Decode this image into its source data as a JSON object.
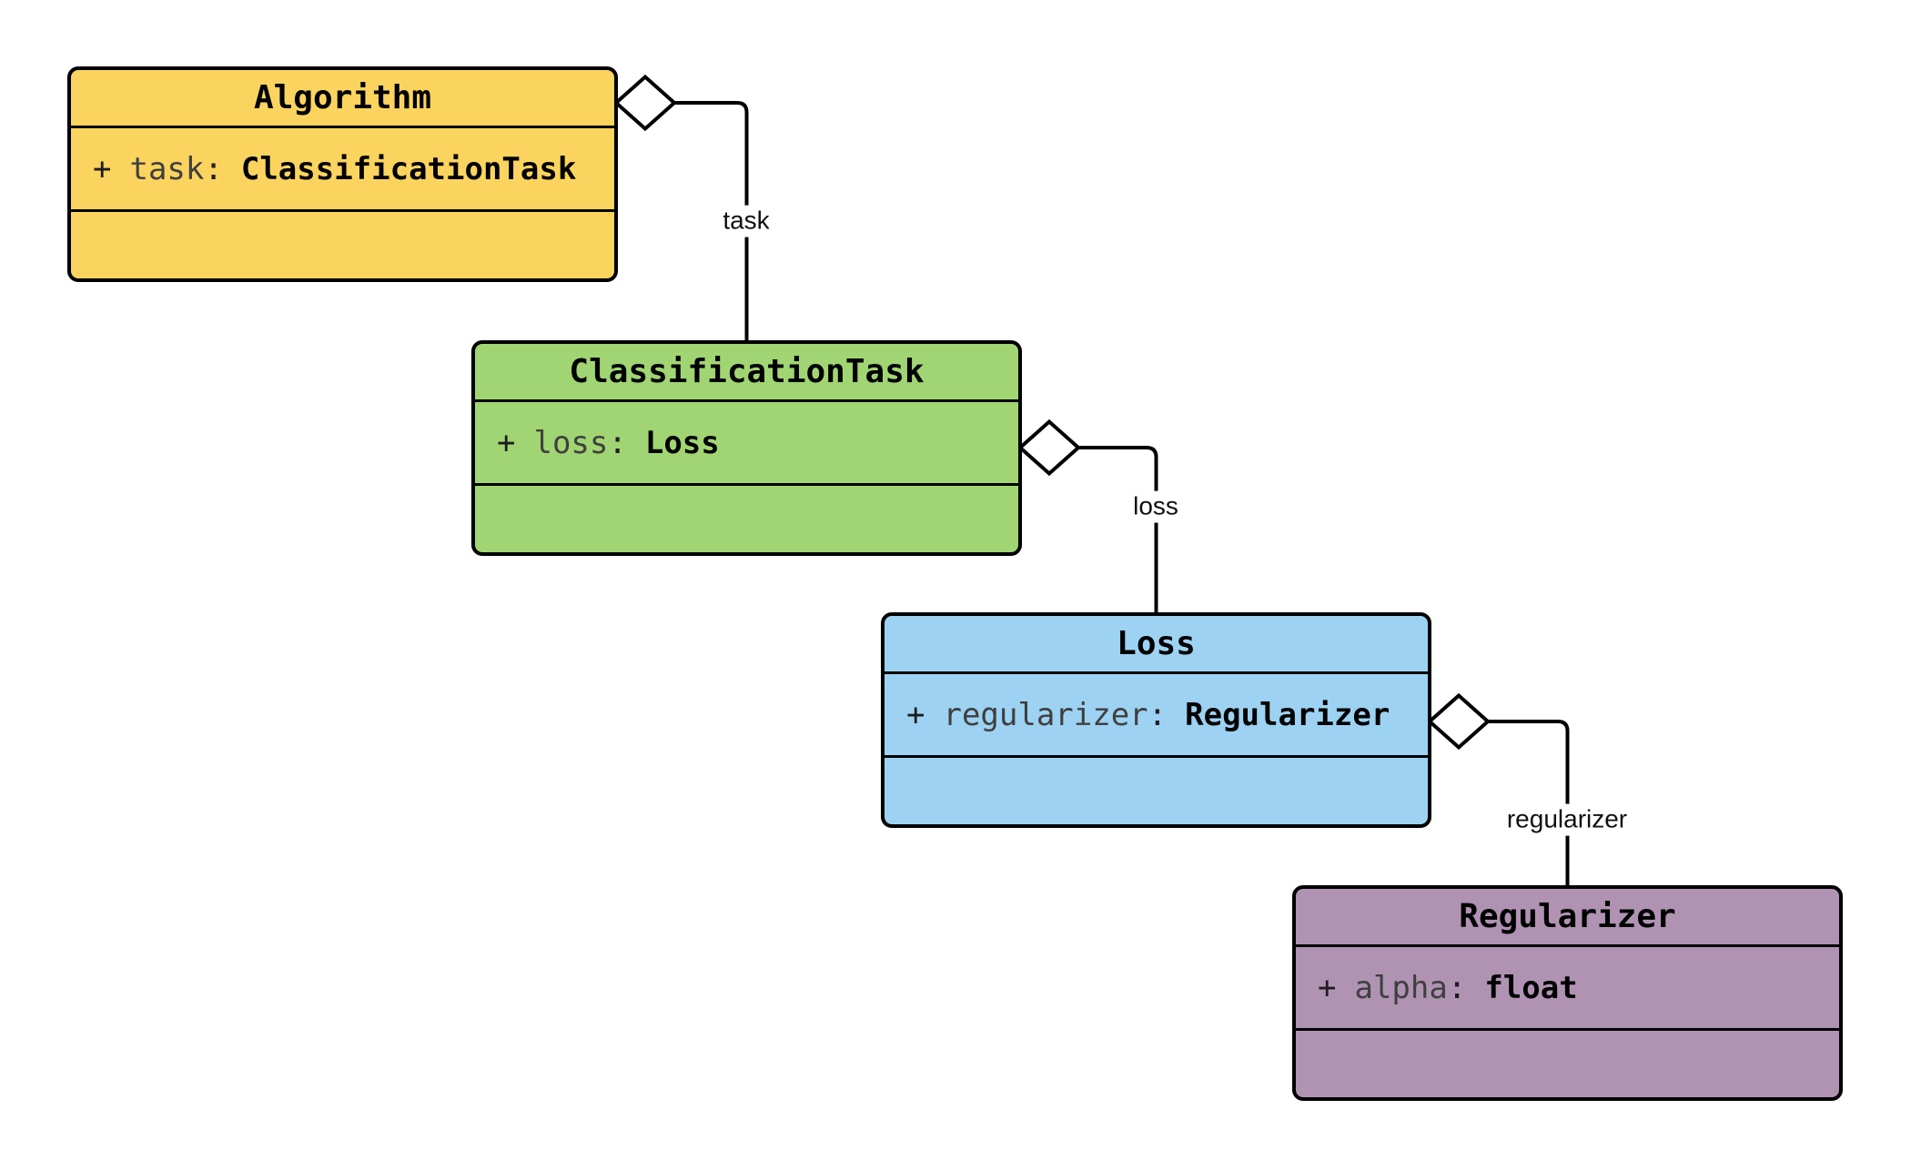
{
  "diagram_type": "uml-class-diagram",
  "canvas": {
    "background": "#ffffff",
    "line_color": "#000000",
    "diamond_fill": "#ffffff",
    "label_text_color": "#111111"
  },
  "classes": [
    {
      "name": "Algorithm",
      "fill": "#FBD45F",
      "attribute": {
        "visibility": "+",
        "name": "task",
        "separator": ":",
        "type": "ClassificationTask"
      }
    },
    {
      "name": "ClassificationTask",
      "fill": "#A1D573",
      "attribute": {
        "visibility": "+",
        "name": "loss",
        "separator": ":",
        "type": "Loss"
      }
    },
    {
      "name": "Loss",
      "fill": "#9DD2F2",
      "attribute": {
        "visibility": "+",
        "name": "regularizer",
        "separator": ":",
        "type": "Regularizer"
      }
    },
    {
      "name": "Regularizer",
      "fill": "#B093B3",
      "attribute": {
        "visibility": "+",
        "name": "alpha",
        "separator": ":",
        "type": "float"
      }
    }
  ],
  "edges": [
    {
      "label": "task",
      "from": "Algorithm",
      "to": "ClassificationTask",
      "kind": "aggregation"
    },
    {
      "label": "loss",
      "from": "ClassificationTask",
      "to": "Loss",
      "kind": "aggregation"
    },
    {
      "label": "regularizer",
      "from": "Loss",
      "to": "Regularizer",
      "kind": "aggregation"
    }
  ]
}
